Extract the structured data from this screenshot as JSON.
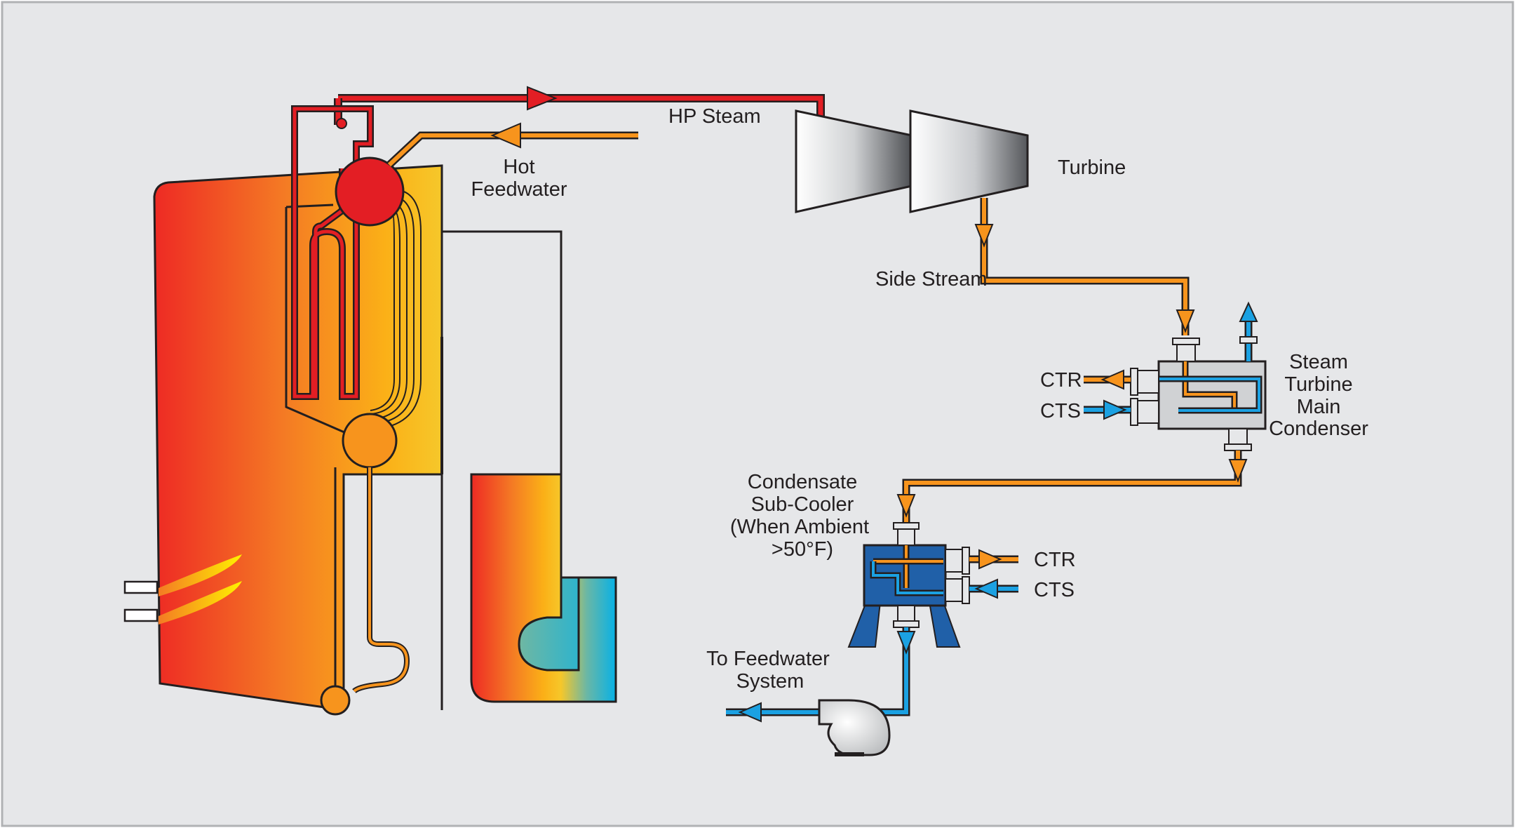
{
  "labels": {
    "hp_steam": "HP Steam",
    "hot_feedwater_1": "Hot",
    "hot_feedwater_2": "Feedwater",
    "turbine": "Turbine",
    "side_stream": "Side Stream",
    "condenser_1": "Steam",
    "condenser_2": "Turbine",
    "condenser_3": "Main",
    "condenser_4": "Condenser",
    "ctr_top": "CTR",
    "cts_top": "CTS",
    "subcooler_1": "Condensate",
    "subcooler_2": "Sub-Cooler",
    "subcooler_3": "(When Ambient",
    "subcooler_4": ">50°F)",
    "ctr_bottom": "CTR",
    "cts_bottom": "CTS",
    "to_feedwater_1": "To Feedwater",
    "to_feedwater_2": "System"
  },
  "colors": {
    "steam": "#e31e24",
    "feedwater": "#f7941d",
    "cooling_water": "#1ba1e2",
    "subcooler_body": "#2060a8",
    "background": "#e6e7e9"
  }
}
